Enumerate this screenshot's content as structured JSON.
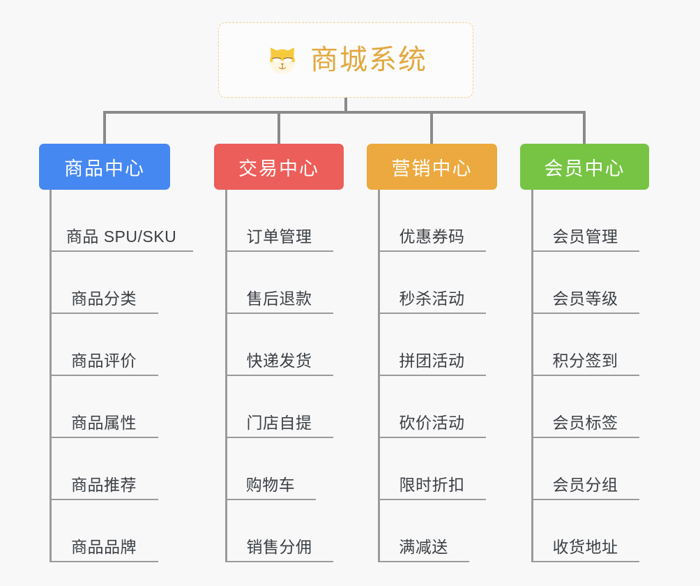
{
  "background_color": "#f8f8f8",
  "root": {
    "title": "商城系统",
    "icon": "shiba-dog-icon",
    "text_color": "#e2a83f",
    "border_color": "#f0cf8e"
  },
  "branches": [
    {
      "label": "商品中心",
      "color": "#4688f1",
      "items": [
        "商品 SPU/SKU",
        "商品分类",
        "商品评价",
        "商品属性",
        "商品推荐",
        "商品品牌"
      ]
    },
    {
      "label": "交易中心",
      "color": "#ec5e59",
      "items": [
        "订单管理",
        "售后退款",
        "快递发货",
        "门店自提",
        "购物车",
        "销售分佣"
      ]
    },
    {
      "label": "营销中心",
      "color": "#eca93f",
      "items": [
        "优惠券码",
        "秒杀活动",
        "拼团活动",
        "砍价活动",
        "限时折扣",
        "满减送"
      ]
    },
    {
      "label": "会员中心",
      "color": "#77c444",
      "items": [
        "会员管理",
        "会员等级",
        "积分签到",
        "会员标签",
        "会员分组",
        "收货地址"
      ]
    }
  ],
  "connector_color": "#8a8a8a",
  "leaf_line_color": "#9a9a9a",
  "leaf_text_color": "#3b3f44"
}
